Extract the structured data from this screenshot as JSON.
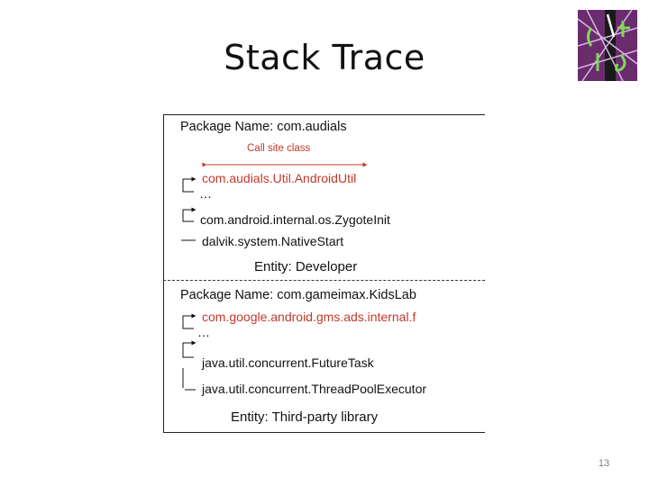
{
  "slide": {
    "title": "Stack Trace",
    "page_number": "13"
  },
  "diagram": {
    "developer": {
      "package_label": "Package Name: com.audials",
      "call_site_label": "Call site class",
      "frames": [
        "com.audials.Util.AndroidUtil",
        "…",
        "com.android.internal.os.ZygoteInit",
        "dalvik.system.NativeStart"
      ],
      "entity_label": "Entity: Developer"
    },
    "third_party": {
      "package_label": "Package Name: com.gameimax.KidsLab",
      "frames": [
        "com.google.android.gms.ads.internal.f",
        "…",
        "java.util.concurrent.FutureTask",
        "java.util.concurrent.ThreadPoolExecutor"
      ],
      "entity_label": "Entity: Third-party library"
    },
    "colors": {
      "highlight": "#c0392b",
      "text": "#111111"
    }
  }
}
